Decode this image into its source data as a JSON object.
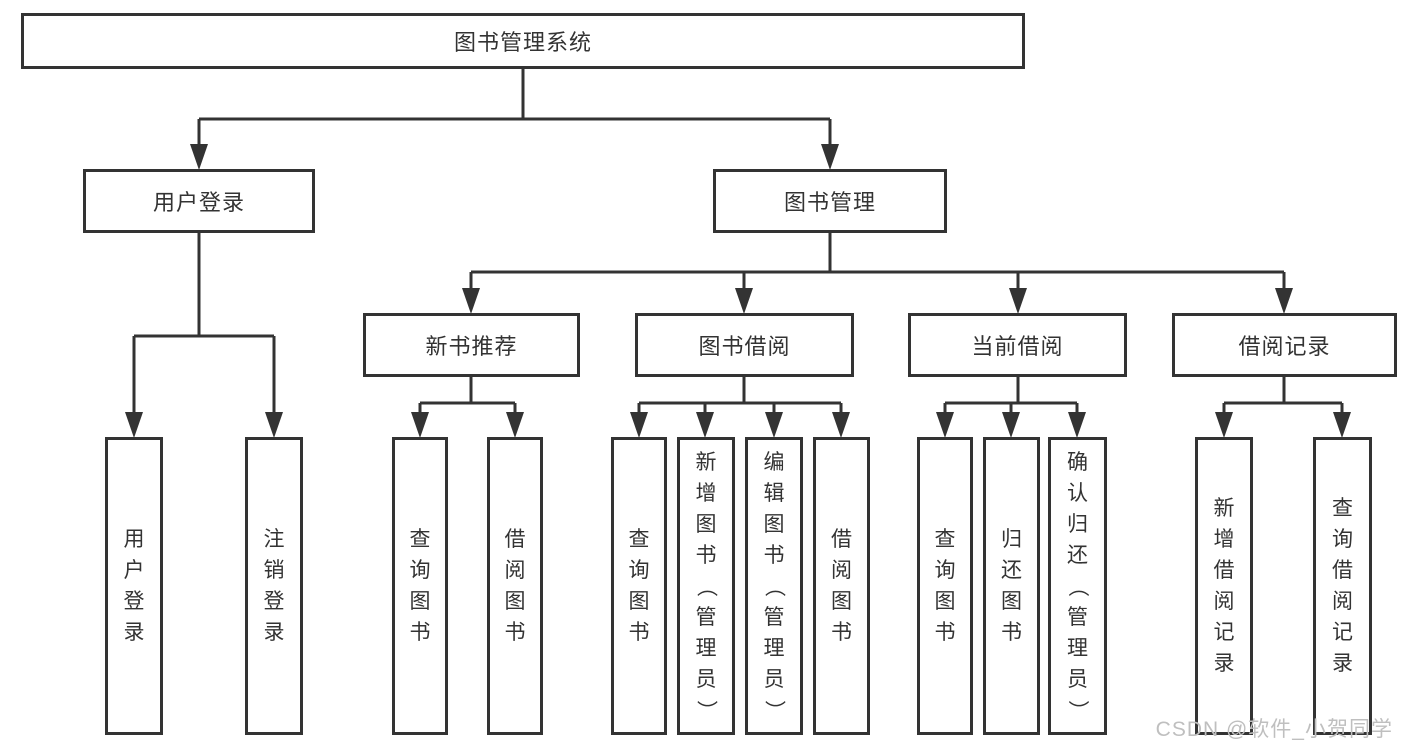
{
  "diagram": {
    "root": {
      "label": "图书管理系统"
    },
    "branches": [
      {
        "label": "用户登录",
        "children": [
          {
            "label": "用户登录"
          },
          {
            "label": "注销登录"
          }
        ]
      },
      {
        "label": "图书管理",
        "sections": [
          {
            "label": "新书推荐",
            "children": [
              {
                "label": "查询图书"
              },
              {
                "label": "借阅图书"
              }
            ]
          },
          {
            "label": "图书借阅",
            "children": [
              {
                "label": "查询图书"
              },
              {
                "label": "新增图书（管理员）"
              },
              {
                "label": "编辑图书（管理员）"
              },
              {
                "label": "借阅图书"
              }
            ]
          },
          {
            "label": "当前借阅",
            "children": [
              {
                "label": "查询图书"
              },
              {
                "label": "归还图书"
              },
              {
                "label": "确认归还（管理员）"
              }
            ]
          },
          {
            "label": "借阅记录",
            "children": [
              {
                "label": "新增借阅记录"
              },
              {
                "label": "查询借阅记录"
              }
            ]
          }
        ]
      }
    ]
  },
  "watermark": {
    "text": "CSDN @软件_小贺同学"
  },
  "colors": {
    "line": "#333333",
    "text": "#333333",
    "watermark": "#bfbfbf",
    "background": "#ffffff"
  }
}
